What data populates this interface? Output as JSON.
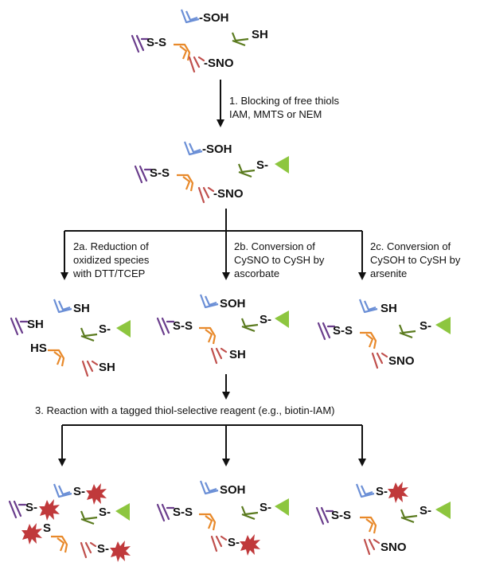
{
  "groups": {
    "g1": {
      "soh": "-SOH",
      "sh": "SH",
      "ss": "S-S",
      "sno": "-SNO"
    },
    "g2": {
      "soh": "-SOH",
      "ss": "S-S",
      "sno": "-SNO",
      "s_tag": "S-"
    },
    "g3a": {
      "sh_blue": "SH",
      "sh_purple": "SH",
      "hs_orange": "HS",
      "sh_red": "SH",
      "s_tag": "S-"
    },
    "g3b": {
      "soh": "SOH",
      "ss": "S-S",
      "s_tag": "S-",
      "sh_red": "SH"
    },
    "g3c": {
      "sh_blue": "SH",
      "ss": "S-S",
      "s_tag": "S-",
      "sno": "SNO"
    },
    "g4a": {
      "s_blue": "S-",
      "s_purple": "S-",
      "s_orange": "S",
      "s_red": "S-",
      "s_tag": "S-"
    },
    "g4b": {
      "soh": "SOH",
      "ss": "S-S",
      "s_tag": "S-",
      "s_red": "S-"
    },
    "g4c": {
      "s_blue": "S-",
      "ss": "S-S",
      "s_tag": "S-",
      "sno": "SNO"
    }
  },
  "steps": {
    "s1_line1": "1. Blocking of free thiols",
    "s1_line2": "IAM, MMTS or NEM",
    "s2a_line1": "2a. Reduction of",
    "s2a_line2": "oxidized species",
    "s2a_line3": "with DTT/TCEP",
    "s2b_line1": "2b. Conversion of",
    "s2b_line2": "CySNO to CySH by",
    "s2b_line3": "ascorbate",
    "s2c_line1": "2c. Conversion of",
    "s2c_line2": "CySOH to CySH by",
    "s2c_line3": "arsenite",
    "s3": "3. Reaction with a tagged thiol-selective reagent (e.g., biotin-IAM)"
  },
  "colors": {
    "blue": "#6b8fd6",
    "olive": "#5a7a1e",
    "purple": "#6a3d8c",
    "orange": "#e8892a",
    "red": "#c0504d",
    "tag_green": "#8dc63f",
    "biotin_red": "#c0393b",
    "arrow": "#111111"
  }
}
